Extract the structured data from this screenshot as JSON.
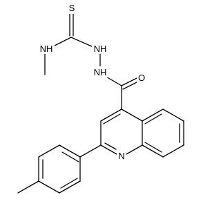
{
  "structure": {
    "atoms": {
      "thione_s": "S",
      "methyl_nh": "NH",
      "hydrazine_nh_upper": "NH",
      "hydrazine_nh_lower": "NH",
      "carbonyl_o": "O",
      "quinoline_n": "N"
    }
  },
  "colors": {
    "bond": "#000000",
    "label": "#000000",
    "background": "#ffffff"
  }
}
